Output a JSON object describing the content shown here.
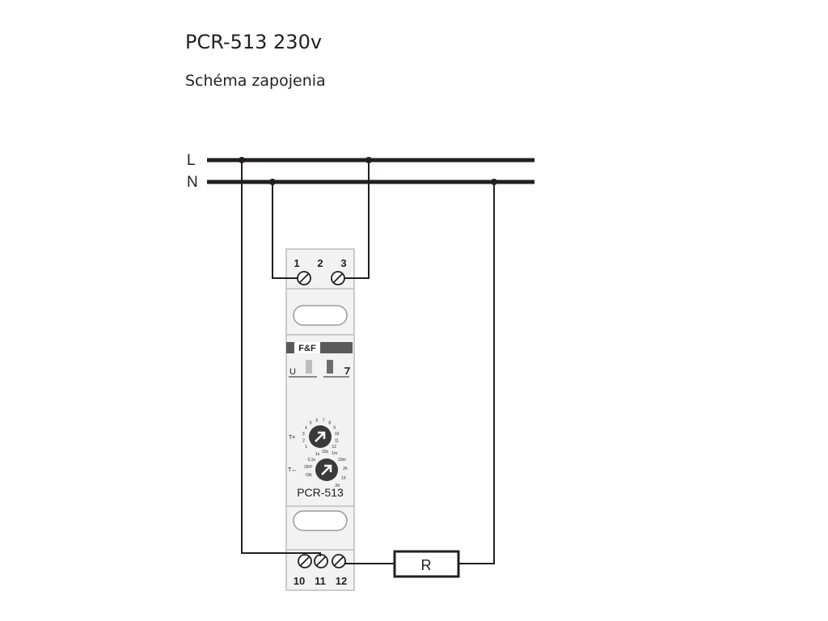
{
  "header": {
    "title": "PCR-513 230v",
    "subtitle": "Schéma zapojenia"
  },
  "lines": {
    "l": "L",
    "n": "N"
  },
  "device": {
    "top_terminals": [
      "1",
      "2",
      "3"
    ],
    "bottom_terminals": [
      "10",
      "11",
      "12"
    ],
    "brand": "F&F",
    "led_u": "U",
    "knob1_label": "T×",
    "knob1_scale": [
      "1",
      "2",
      "3",
      "4",
      "5",
      "6",
      "7",
      "8",
      "9",
      "10",
      "11",
      "12"
    ],
    "knob2_label": "T↔",
    "knob2_scale_left": [
      "1s",
      "0,1s",
      "OFF",
      "ON"
    ],
    "knob2_scale_right": [
      "10s",
      "1m",
      "10m",
      "2h",
      "1d",
      "2d"
    ],
    "model": "PCR-513"
  },
  "load": {
    "label": "R"
  },
  "colors": {
    "line": "#231f20",
    "housing": "#f2f2f2",
    "housing_border": "#bcbcbc",
    "knob": "#3a3a3a"
  }
}
